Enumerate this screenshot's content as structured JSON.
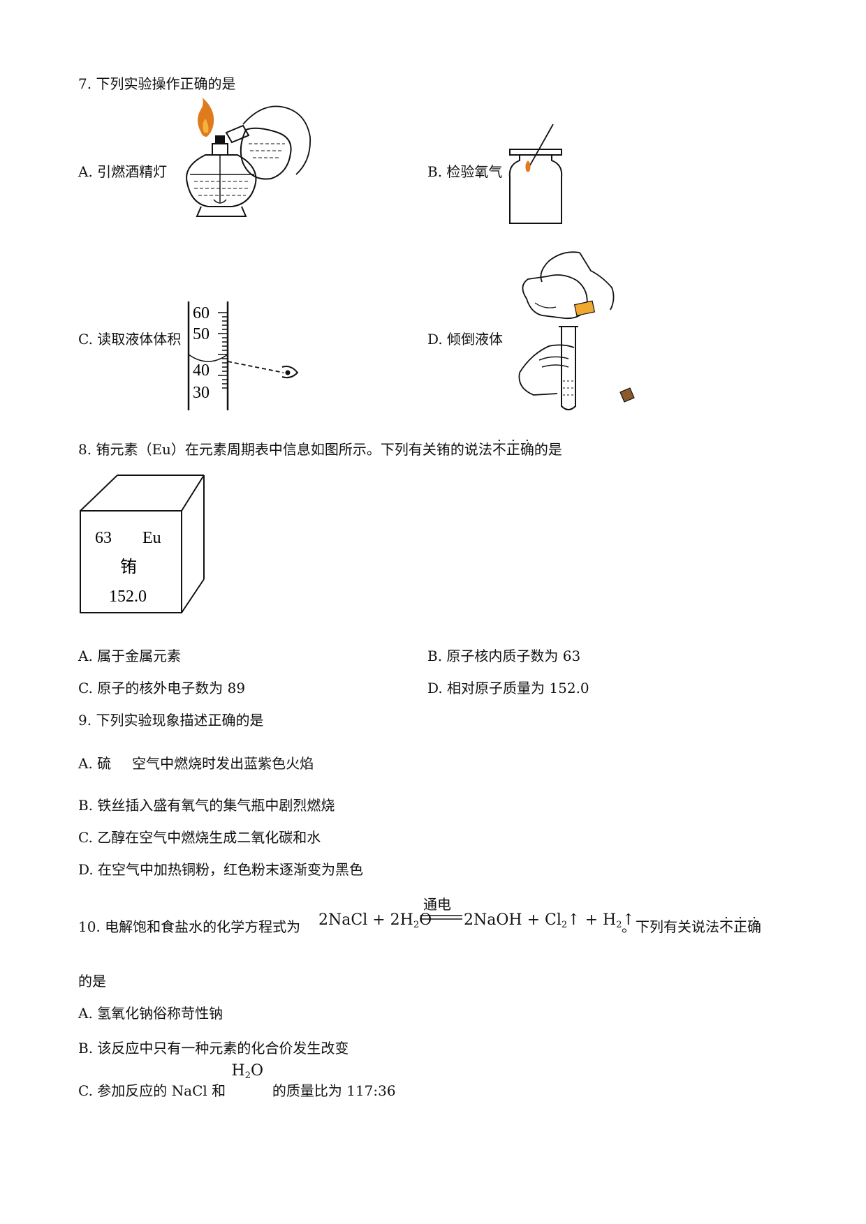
{
  "q7": {
    "stem": "7. 下列实验操作正确的是",
    "opt_a": "A. 引燃酒精灯",
    "opt_b": "B. 检验氧气",
    "opt_c": "C. 读取液体体积",
    "opt_d": "D. 倾倒液体",
    "cylinder_ticks": [
      "60",
      "50",
      "40",
      "30"
    ]
  },
  "q8": {
    "stem_pre": "8. 铕元素（Eu）在元素周期表中信息如图所示。下列有关铕的说法",
    "stem_emph": [
      "不",
      "正",
      "确"
    ],
    "stem_post": "的是",
    "card_number": "63",
    "card_symbol": "Eu",
    "card_name": "铕",
    "card_mass": "152.0",
    "opt_a": "A. 属于金属元素",
    "opt_b": "B. 原子核内质子数为 63",
    "opt_c": "C. 原子的核外电子数为 89",
    "opt_d": "D. 相对原子质量为 152.0"
  },
  "q9": {
    "stem": "9. 下列实验现象描述正确的是",
    "opt_a_pre": "A. 硫",
    "opt_a_post": "空气中燃烧时发出蓝紫色火焰",
    "opt_b": "B. 铁丝插入盛有氧气的集气瓶中剧烈燃烧",
    "opt_c": "C. 乙醇在空气中燃烧生成二氧化碳和水",
    "opt_d": "D. 在空气中加热铜粉，红色粉末逐渐变为黑色"
  },
  "q10": {
    "stem_pre": "10. 电解饱和食盐水的化学方程式为",
    "eq_condition": "通电",
    "eq_left_1": "2NaCl + 2H",
    "eq_left_2": "O",
    "eq_right_1": "2NaOH + Cl",
    "eq_right_2": "↑ + H",
    "eq_right_3": "↑",
    "sub2": "2",
    "stem_mid": "。下列有关说法",
    "stem_emph": [
      "不",
      "正",
      "确"
    ],
    "stem_line2": "的是",
    "opt_a": "A. 氢氧化钠俗称苛性钠",
    "opt_b": "B. 该反应中只有一种元素的化合价发生改变",
    "opt_c_pre": "C. 参加反应的 NaCl 和",
    "opt_c_formula_1": "H",
    "opt_c_formula_2": "O",
    "opt_c_post": "的质量比为 117:36"
  }
}
